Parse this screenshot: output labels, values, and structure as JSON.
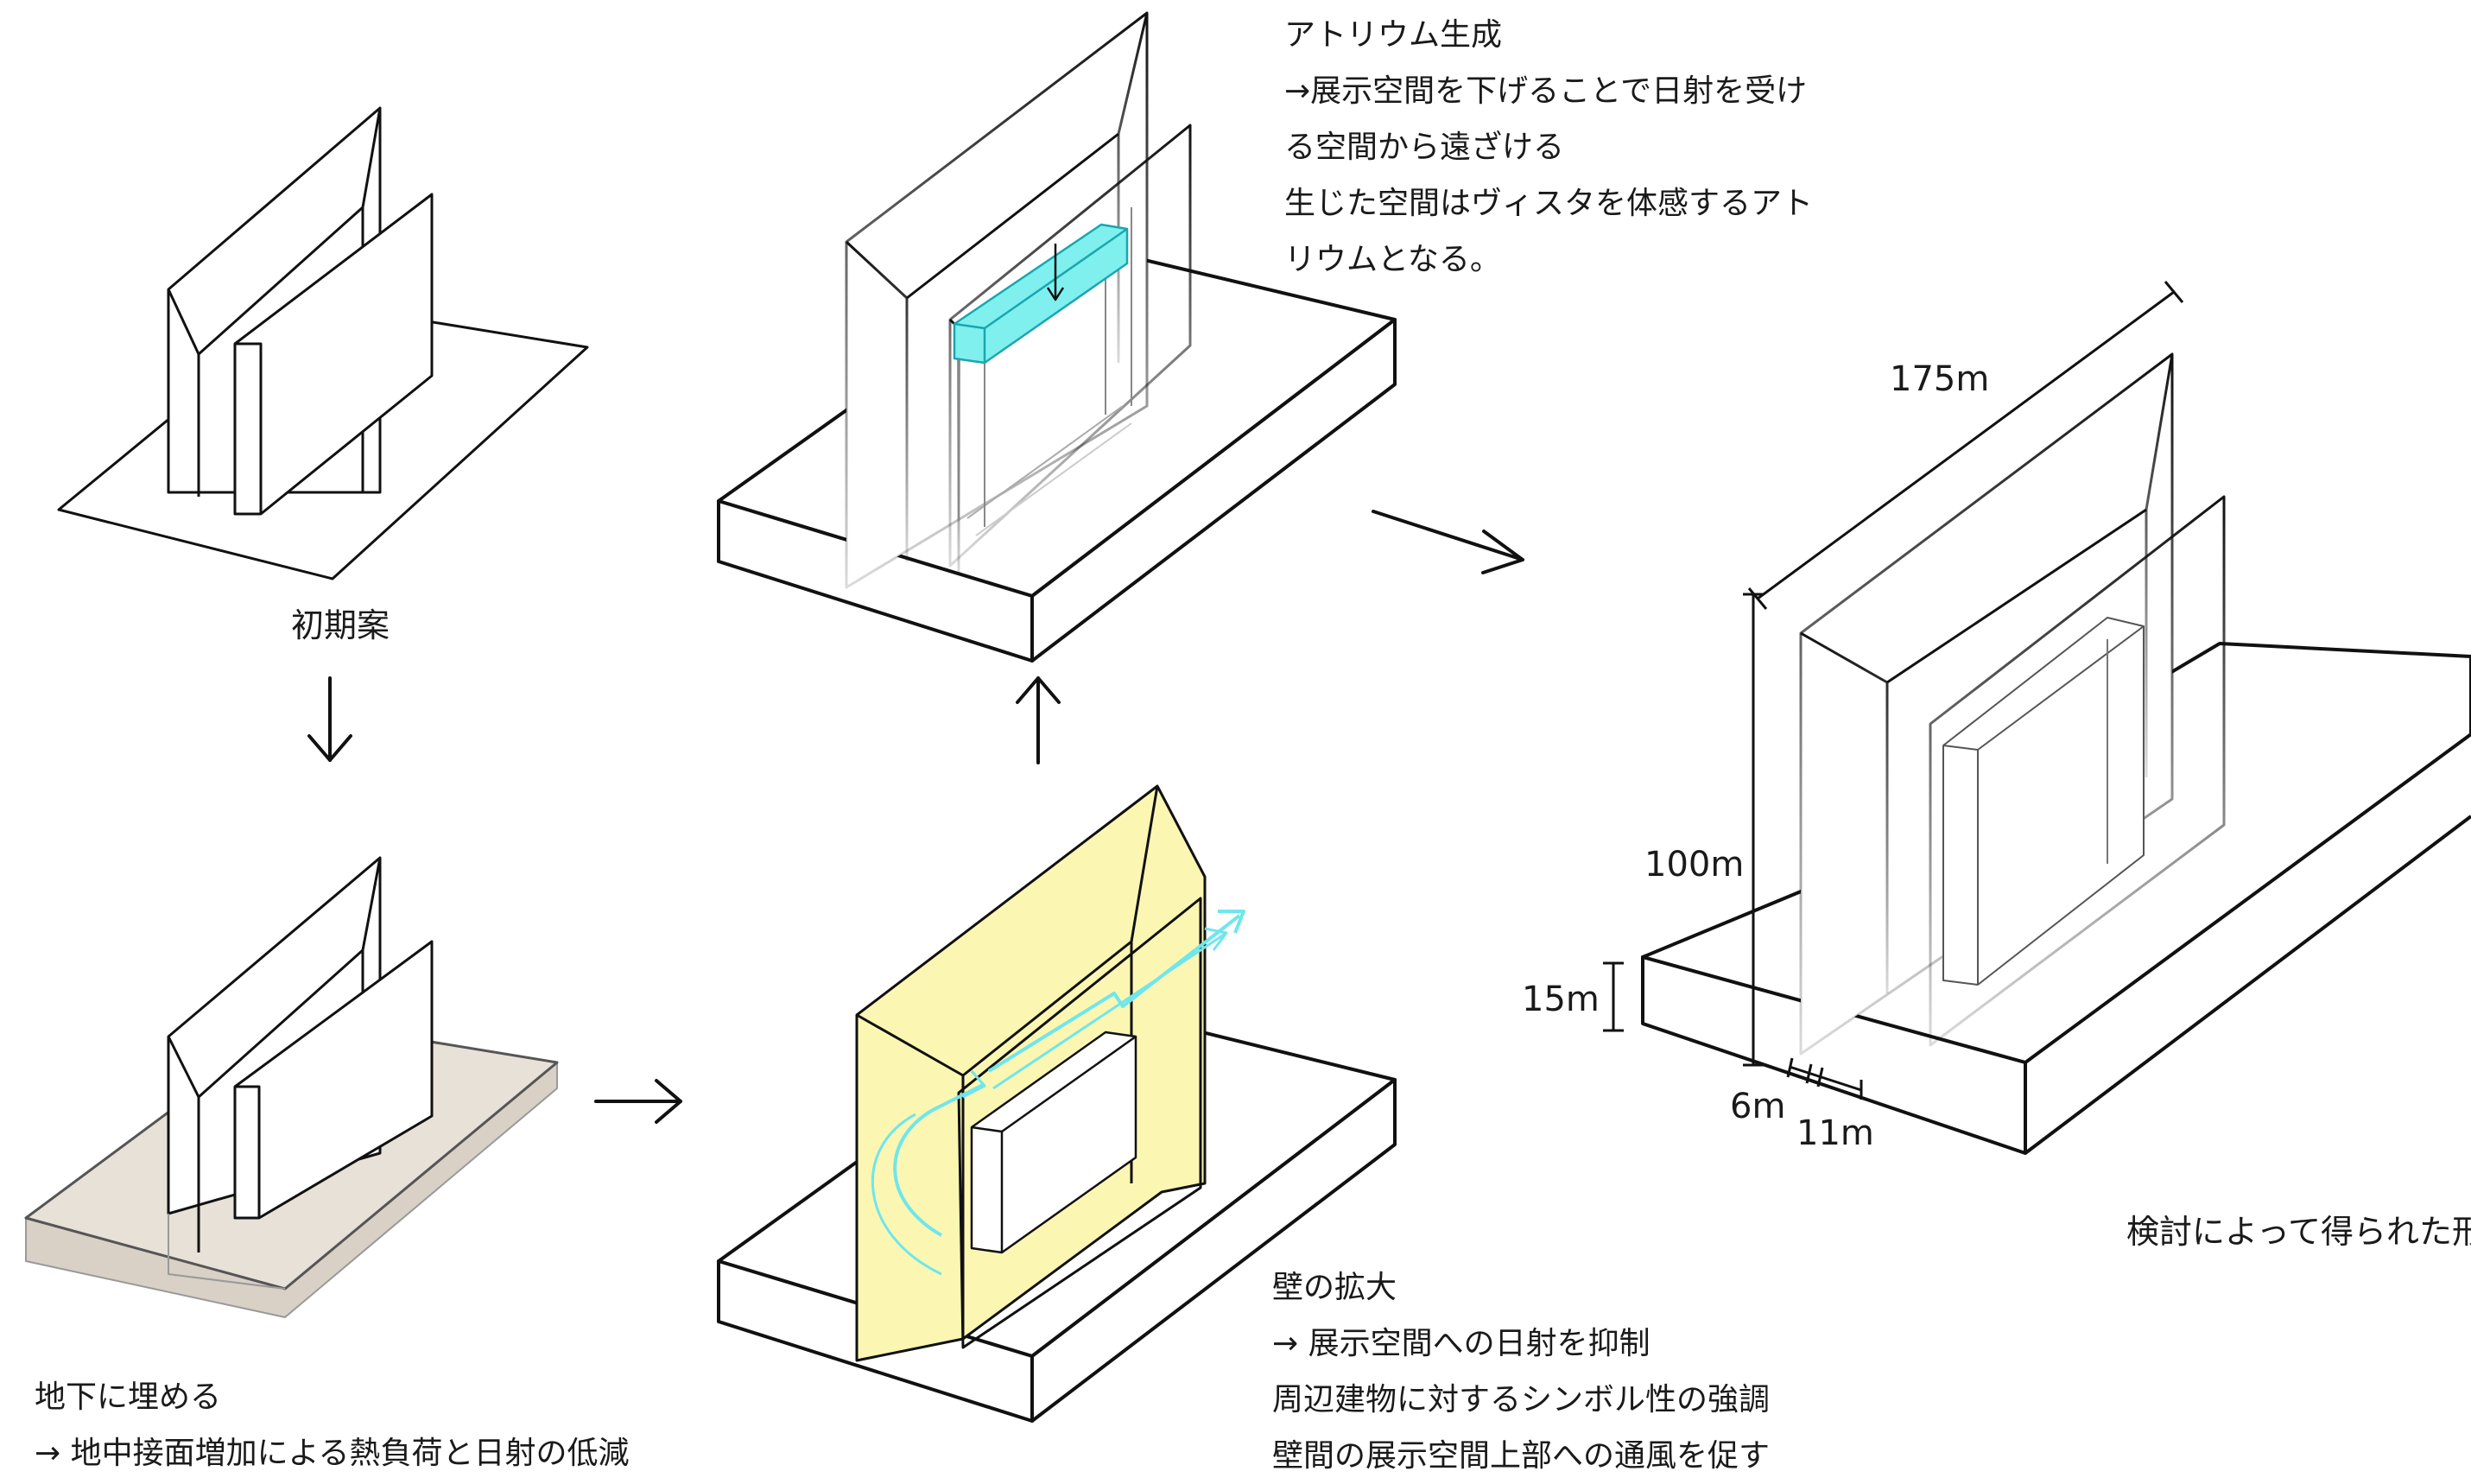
{
  "stages": {
    "initial": {
      "caption": "初期案"
    },
    "underground": {
      "title": "地下に埋める",
      "lines": [
        "→ 地中接面増加による熱負荷と日射の低減"
      ]
    },
    "wall": {
      "title": "壁の拡大",
      "lines": [
        "→ 展示空間への日射を抑制",
        "周辺建物に対するシンボル性の強調",
        "壁間の展示空間上部への通風を促す"
      ]
    },
    "atrium": {
      "title": "アトリウム生成",
      "lines": [
        "→展示空間を下げることで日射を受け",
        "る空間から遠ざける",
        "生じた空間はヴィスタを体感するアト",
        "リウムとなる。"
      ]
    },
    "final": {
      "caption": "検討によって得られた形"
    }
  },
  "dimensions": {
    "length": "175m",
    "height": "100m",
    "depth": "15m",
    "gap": "6m",
    "width": "11m"
  },
  "colors": {
    "line": "#111111",
    "ground_fill": "#e4dcd2",
    "wall_fill": "#fbf7b3",
    "atrium_fill": "#7ff0ee",
    "airflow": "#6fe6ec"
  }
}
